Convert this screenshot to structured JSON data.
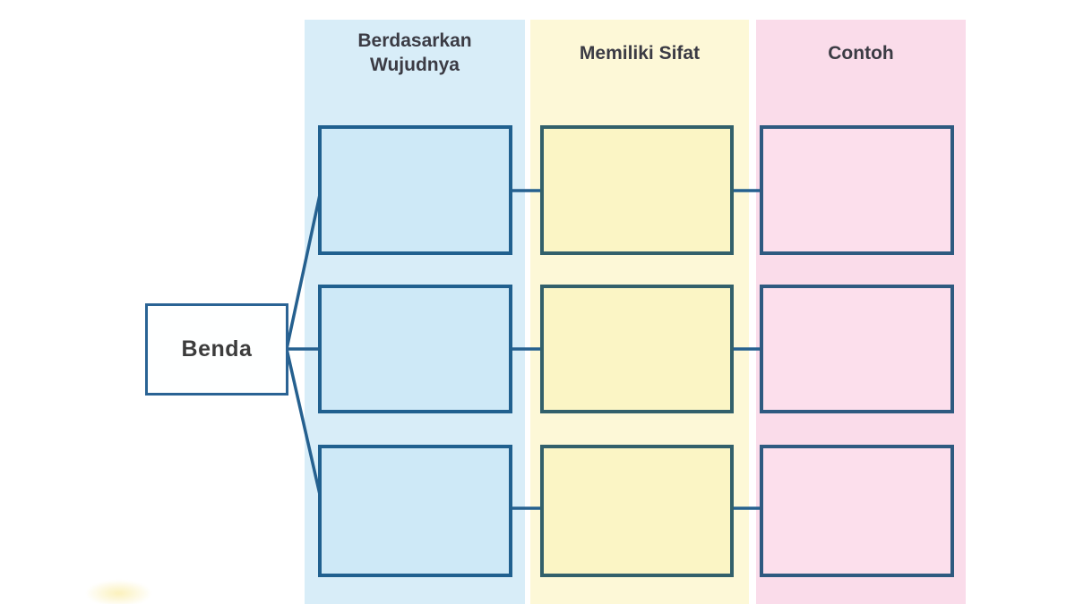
{
  "colors": {
    "background": "#ffffff",
    "blueColumn": "#d8edf8",
    "blueBoxFill": "#cee9f7",
    "blueBoxBorder": "#20608f",
    "yellowColumn": "#fdf8d7",
    "yellowBoxFill": "#fbf5c5",
    "yellowBoxBorder": "#32606b",
    "pinkColumn": "#fadcea",
    "pinkBoxFill": "#fcdfec",
    "pinkBoxBorder": "#2e5a80",
    "rootBoxFill": "#feffff",
    "rootBoxBorder": "#2a6394",
    "connector": "#25608f",
    "headerText": "#3b3b44",
    "rootText": "#3c3c3c"
  },
  "diagram": {
    "root": {
      "label": "Benda"
    },
    "columns": [
      {
        "id": "wujudnya",
        "header": "Berdasarkan\nWujudnya"
      },
      {
        "id": "sifat",
        "header": "Memiliki Sifat"
      },
      {
        "id": "contoh",
        "header": "Contoh"
      }
    ],
    "rows": [
      {
        "cells": [
          "",
          "",
          ""
        ]
      },
      {
        "cells": [
          "",
          "",
          ""
        ]
      },
      {
        "cells": [
          "",
          "",
          ""
        ]
      }
    ]
  }
}
